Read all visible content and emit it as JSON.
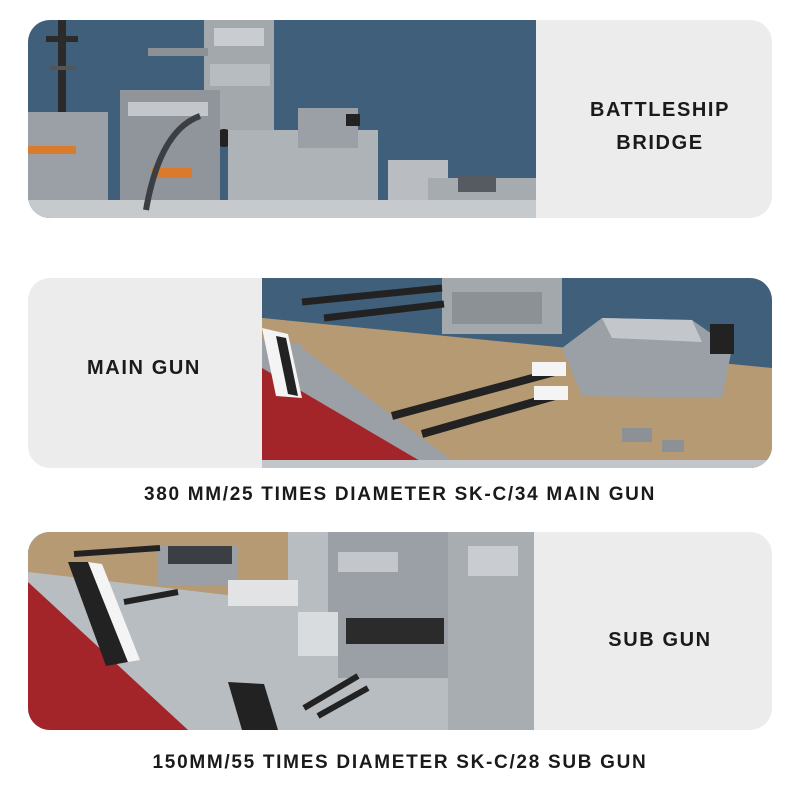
{
  "panels": [
    {
      "id": "bridge",
      "label_lines": [
        "BATTLESHIP",
        "BRIDGE"
      ],
      "photo": "lego-battleship-bridge-closeup"
    },
    {
      "id": "main-gun",
      "label": "MAIN GUN",
      "photo": "lego-battleship-main-gun-turret-closeup",
      "caption": "380 MM/25 TIMES DIAMETER SK-C/34 MAIN GUN"
    },
    {
      "id": "sub-gun",
      "label": "SUB GUN",
      "photo": "lego-battleship-secondary-gun-turrets-closeup",
      "caption": "150MM/55 TIMES DIAMETER SK-C/28 SUB GUN"
    }
  ],
  "colors": {
    "panel_bg": "#ececec",
    "text": "#1a1a1a",
    "sky": "#3f5f7a",
    "hull_grey": "#9aa0a6",
    "deck_tan": "#b59a74",
    "hull_red": "#a3252a"
  }
}
